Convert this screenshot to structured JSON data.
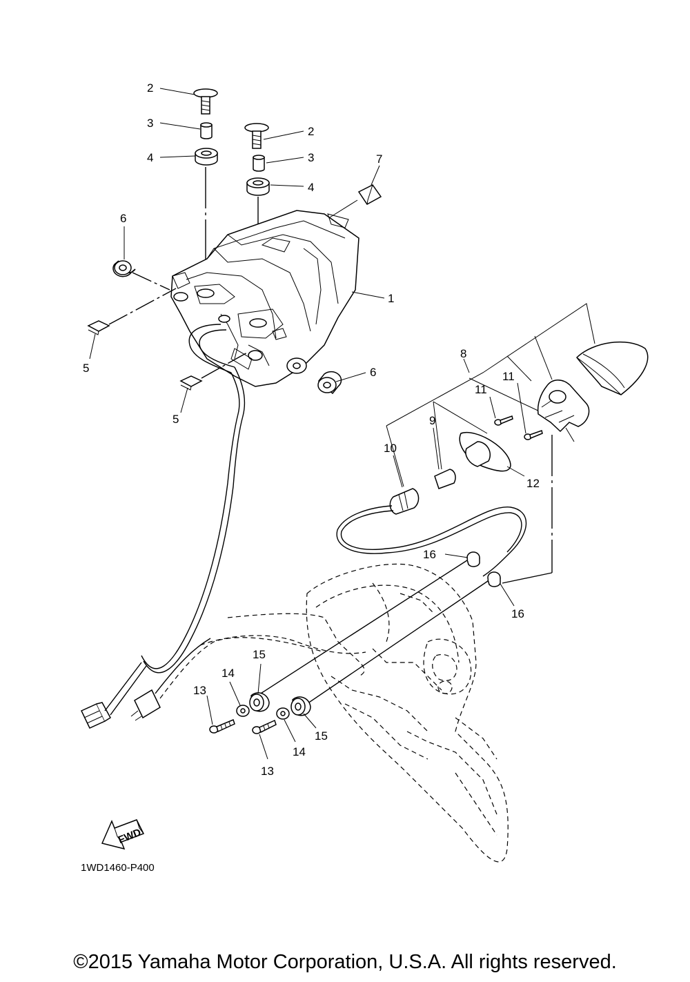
{
  "callouts": {
    "c1": "1",
    "c2a": "2",
    "c2b": "2",
    "c3a": "3",
    "c3b": "3",
    "c4a": "4",
    "c4b": "4",
    "c5a": "5",
    "c5b": "5",
    "c6a": "6",
    "c6b": "6",
    "c7": "7",
    "c8": "8",
    "c9": "9",
    "c10": "10",
    "c11a": "11",
    "c11b": "11",
    "c12": "12",
    "c13a": "13",
    "c13b": "13",
    "c14a": "14",
    "c14b": "14",
    "c15a": "15",
    "c15b": "15",
    "c16a": "16",
    "c16b": "16"
  },
  "fwd_label": "FWD",
  "diagram_code": "1WD1460-P400",
  "copyright": "©2015 Yamaha Motor Corporation, U.S.A. All rights reserved."
}
